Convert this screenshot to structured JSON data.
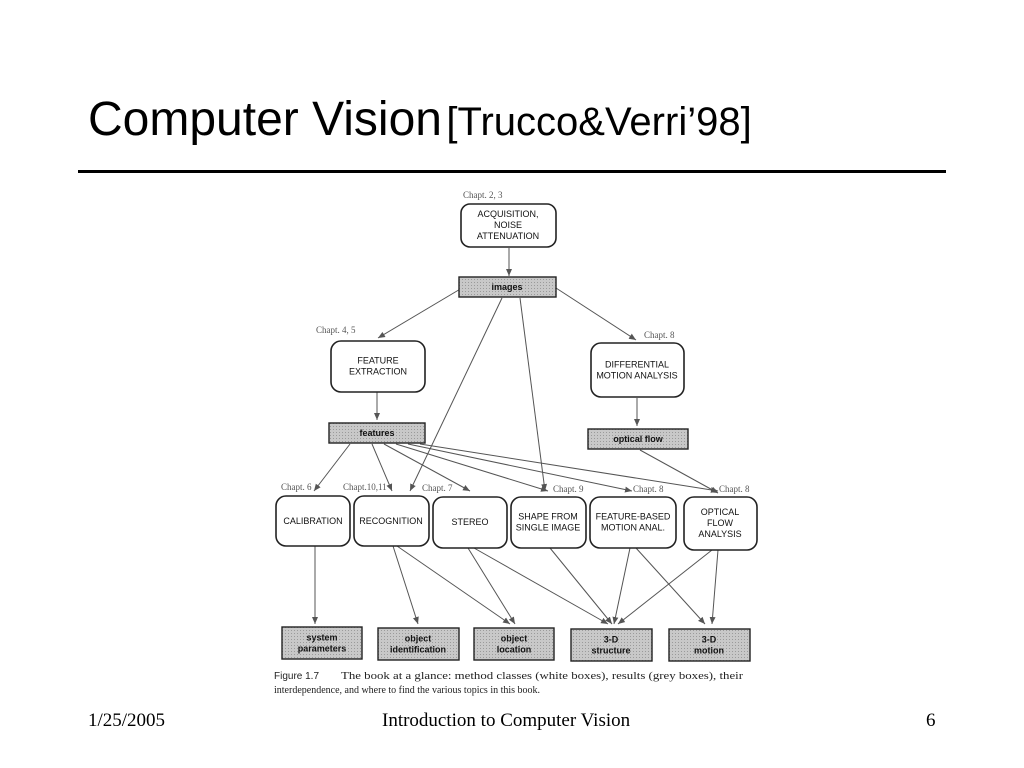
{
  "title": {
    "main": "Computer Vision",
    "sub": "[Trucco&Verri’98]"
  },
  "figure": {
    "method_boxes": {
      "acquisition": [
        "ACQUISITION,",
        "NOISE",
        "ATTENUATION"
      ],
      "feature_extraction": [
        "FEATURE",
        "EXTRACTION"
      ],
      "differential_motion": [
        "DIFFERENTIAL",
        "MOTION ANALYSIS"
      ],
      "calibration": [
        "CALIBRATION"
      ],
      "recognition": [
        "RECOGNITION"
      ],
      "stereo": [
        "STEREO"
      ],
      "shape_from_single": [
        "SHAPE FROM",
        "SINGLE IMAGE"
      ],
      "feature_based_motion": [
        "FEATURE-BASED",
        "MOTION  ANAL."
      ],
      "optical_flow_analysis": [
        "OPTICAL",
        "FLOW",
        "ANALYSIS"
      ]
    },
    "result_boxes": {
      "images": [
        "images"
      ],
      "features": [
        "features"
      ],
      "optical_flow": [
        "optical flow"
      ],
      "system_parameters": [
        "system",
        "parameters"
      ],
      "object_identification": [
        "object",
        "identification"
      ],
      "object_location": [
        "object",
        "location"
      ],
      "structure_3d": [
        "3-D",
        "structure"
      ],
      "motion_3d": [
        "3-D",
        "motion"
      ]
    },
    "chapter_labels": {
      "acquisition": "Chapt. 2, 3",
      "feature_extraction": "Chapt. 4, 5",
      "differential_motion": "Chapt. 8",
      "calibration": "Chapt. 6",
      "recognition": "Chapt.10,11",
      "stereo": "Chapt. 7",
      "shape_from_single": "Chapt. 9",
      "feature_based_motion": "Chapt. 8",
      "optical_flow_analysis": "Chapt. 8"
    },
    "caption": {
      "label": "Figure 1.7",
      "line1": "The book at a glance: method classes (white boxes), results (grey boxes), their",
      "line2": "interdependence, and where to find the various topics in this book."
    }
  },
  "footer": {
    "date": "1/25/2005",
    "center": "Introduction to Computer Vision",
    "page": "6"
  }
}
